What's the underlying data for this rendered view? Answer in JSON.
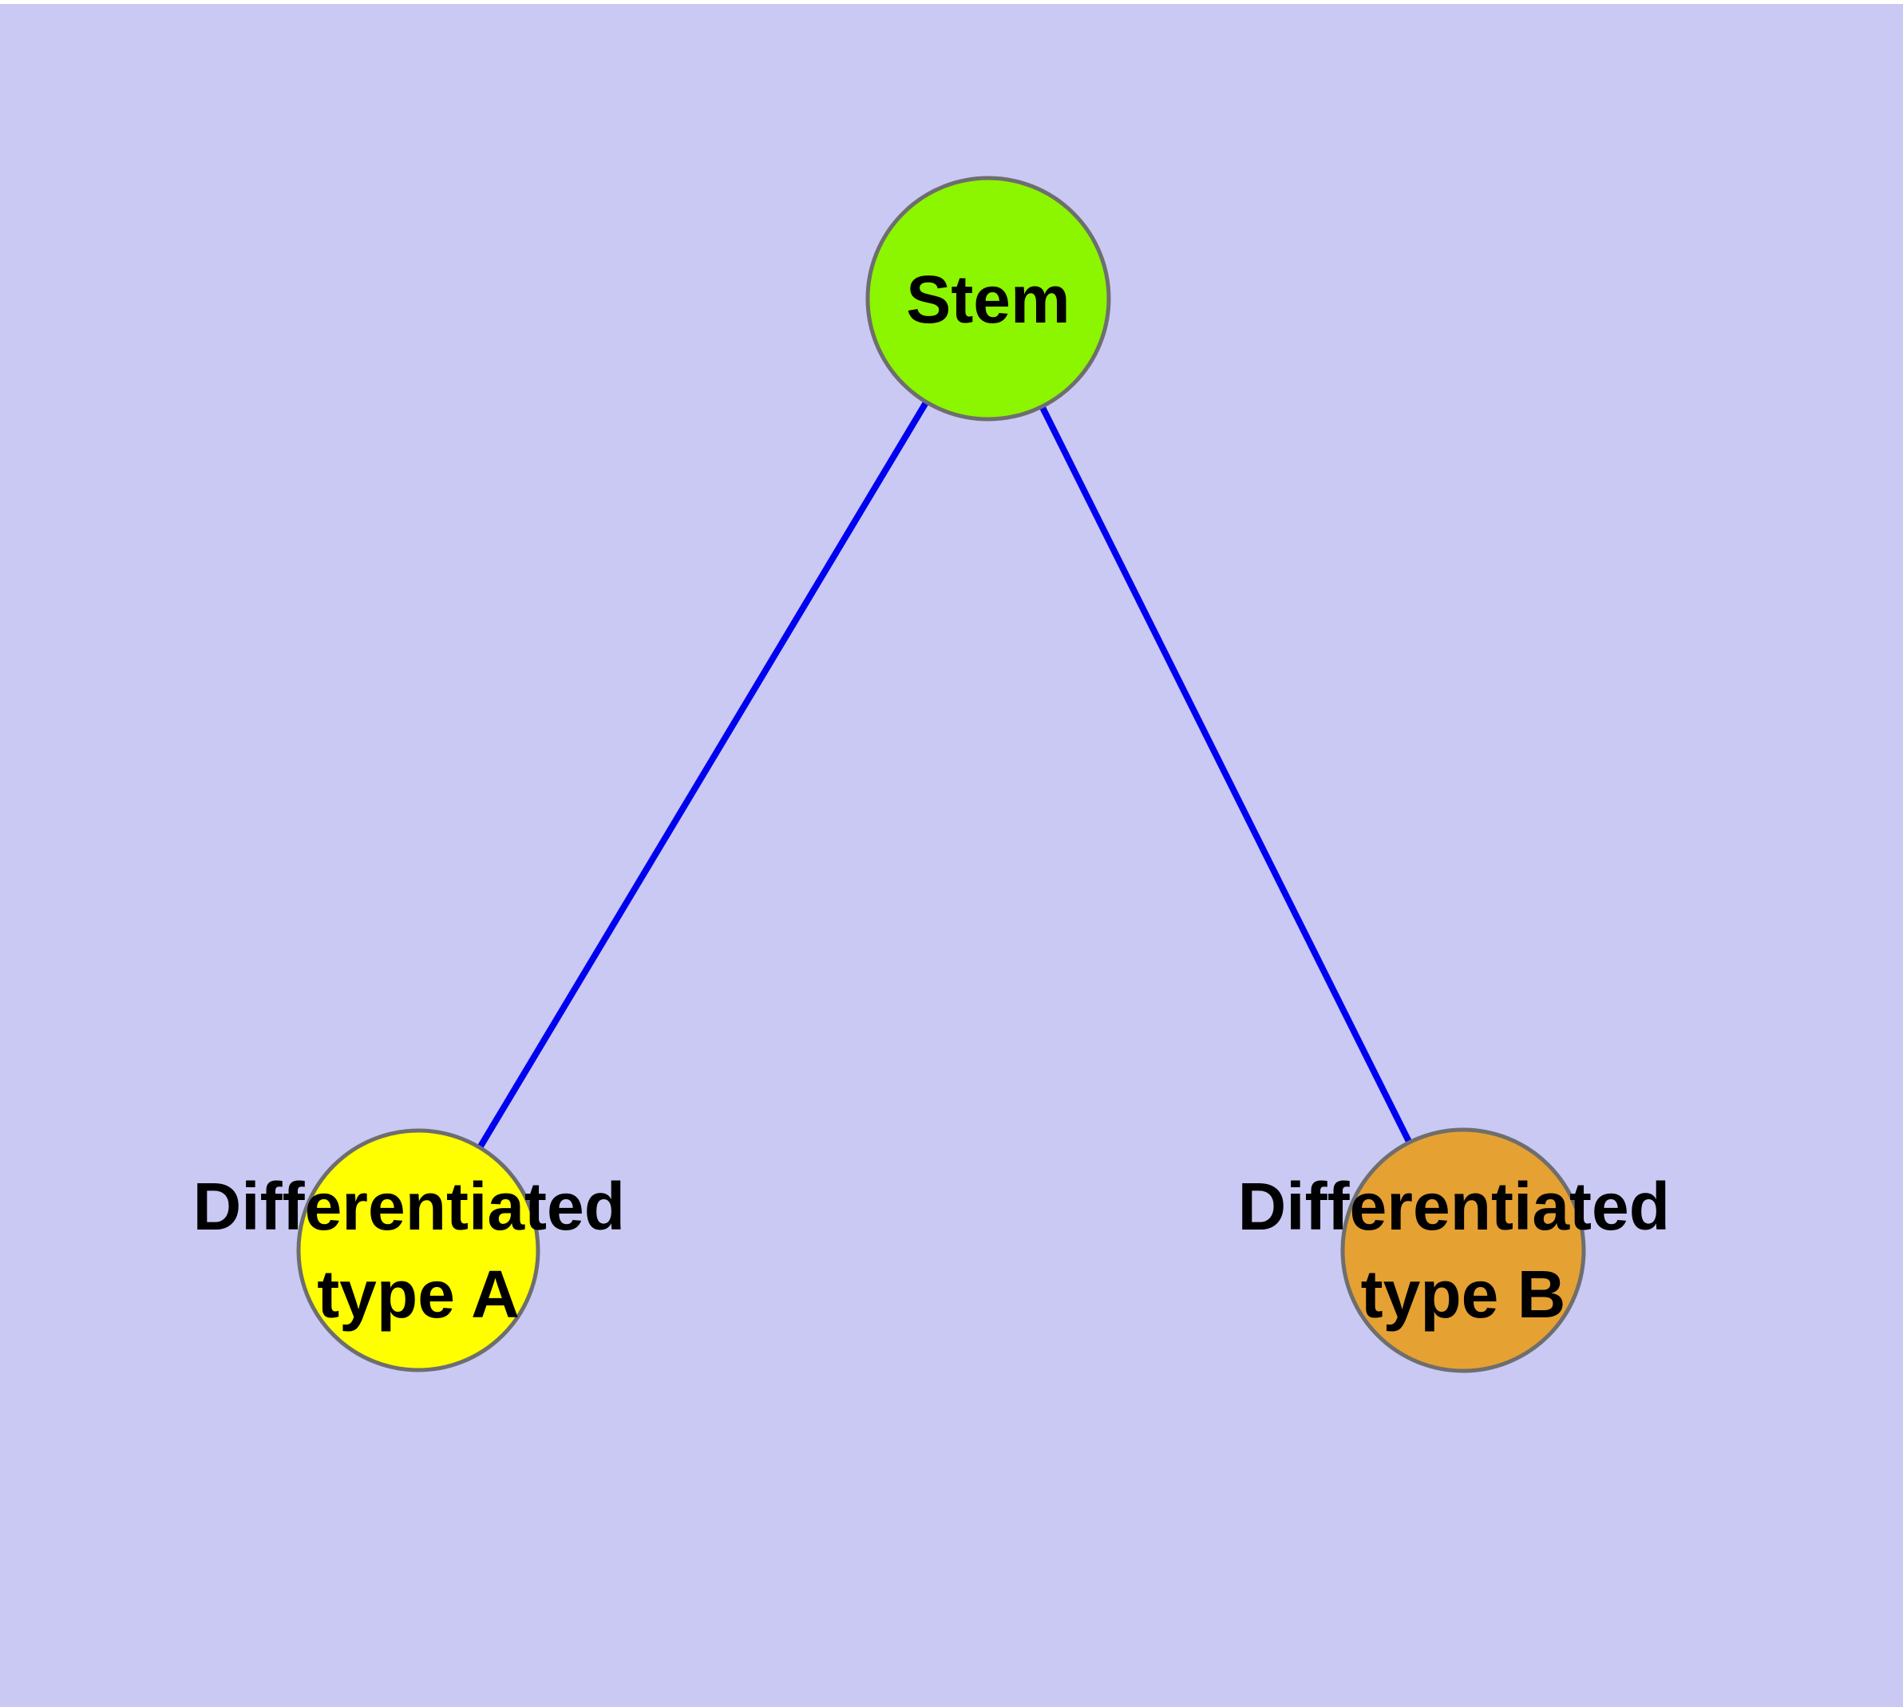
{
  "diagram": {
    "type": "node-link-graph",
    "margin_color": "#ffffff",
    "background_color": "#c9c9f4",
    "edge_color": "#0000f0",
    "node_border_color": "#6e6e6e",
    "label_color": "#000000",
    "nodes": [
      {
        "id": "stem",
        "label": "Stem",
        "fill": "#8cf500",
        "shape": "circle"
      },
      {
        "id": "differentiated-type-a",
        "label_line1": "Differentiated",
        "label_line2": "type A",
        "fill": "#ffff00",
        "shape": "circle"
      },
      {
        "id": "differentiated-type-b",
        "label_line1": "Differentiated",
        "label_line2": "type B",
        "fill": "#e6a133",
        "shape": "circle"
      }
    ],
    "edges": [
      {
        "from": "stem",
        "to": "differentiated-type-a"
      },
      {
        "from": "stem",
        "to": "differentiated-type-b"
      }
    ]
  }
}
